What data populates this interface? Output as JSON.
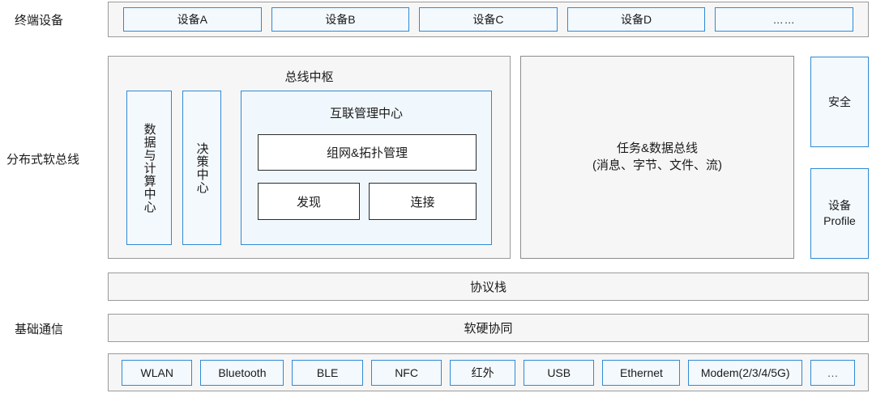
{
  "rows": {
    "terminal_label": "终端设备",
    "softbus_label": "分布式软总线",
    "basecomm_label": "基础通信"
  },
  "terminal_devices": [
    {
      "label": "设备A"
    },
    {
      "label": "设备B"
    },
    {
      "label": "设备C"
    },
    {
      "label": "设备D"
    },
    {
      "label": "……"
    }
  ],
  "bus_hub": {
    "title": "总线中枢",
    "data_compute_center": "数据与计算中心",
    "decision_center": "决策中心",
    "interconnect": {
      "title": "互联管理中心",
      "topology": "组网&拓扑管理",
      "discovery": "发现",
      "connection": "连接"
    }
  },
  "task_data_bus": {
    "line1": "任务&数据总线",
    "line2": "(消息、字节、文件、流)"
  },
  "side_modules": [
    {
      "label": "安全"
    },
    {
      "label_cn": "设备",
      "label_en": "Profile"
    }
  ],
  "bands": {
    "protocol_stack": "协议栈",
    "hw_sw_collab": "软硬协同"
  },
  "transports": [
    {
      "label": "WLAN"
    },
    {
      "label": "Bluetooth"
    },
    {
      "label": "BLE"
    },
    {
      "label": "NFC"
    },
    {
      "label": "红外"
    },
    {
      "label": "USB"
    },
    {
      "label": "Ethernet"
    },
    {
      "label": "Modem(2/3/4/5G)"
    },
    {
      "label": "…"
    }
  ],
  "colors": {
    "accent_blue": "#2e8ad6",
    "chip_fill": "#f4f9fe",
    "panel_gray": "#f6f6f6",
    "panel_blue": "#f1f8fd",
    "border_gray": "#9a9a9a",
    "border_dark": "#2b2b2b"
  }
}
